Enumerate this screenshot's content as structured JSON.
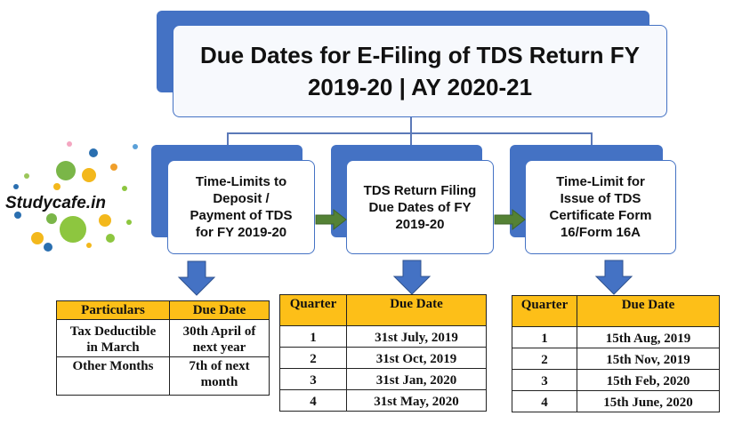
{
  "title": {
    "line1": "Due Dates for E-Filing of TDS Return FY",
    "line2": "2019-20 | AY 2020-21"
  },
  "logo": {
    "text": "Studycafe.in"
  },
  "boxes": [
    {
      "lines": [
        "Time-Limits to",
        "Deposit /",
        "Payment of TDS",
        "for FY 2019-20"
      ]
    },
    {
      "lines": [
        "TDS Return Filing",
        "Due Dates of FY",
        "2019-20"
      ]
    },
    {
      "lines": [
        "Time-Limit for",
        "Issue of TDS",
        "Certificate Form",
        "16/Form 16A"
      ]
    }
  ],
  "table1": {
    "headers": [
      "Particulars",
      "Due Date"
    ],
    "rows": [
      {
        "particulars": [
          "Tax Deductible",
          "in March"
        ],
        "due": [
          "30th April of",
          "next year"
        ]
      },
      {
        "particulars": [
          "Other Months"
        ],
        "due": [
          "7th of next",
          "month"
        ]
      }
    ]
  },
  "table2": {
    "headers": [
      "Quarter",
      "Due Date"
    ],
    "rows": [
      {
        "q": "1",
        "date": "31st July, 2019"
      },
      {
        "q": "2",
        "date": "31st Oct, 2019"
      },
      {
        "q": "3",
        "date": "31st Jan, 2020"
      },
      {
        "q": "4",
        "date": "31st May, 2020"
      }
    ]
  },
  "table3": {
    "headers": [
      "Quarter",
      "Due Date"
    ],
    "rows": [
      {
        "q": "1",
        "date": "15th Aug, 2019"
      },
      {
        "q": "2",
        "date": "15th Nov, 2019"
      },
      {
        "q": "3",
        "date": "15th Feb, 2020"
      },
      {
        "q": "4",
        "date": "15th June, 2020"
      }
    ]
  },
  "colors": {
    "blue": "#4472c4",
    "arrow_blue": "#4472c4",
    "arrow_green": "#548235",
    "table_header": "#fdbf18"
  },
  "icons": {
    "down_arrow": "down-arrow-icon",
    "right_arrow": "right-arrow-icon",
    "logo_dots": "logo-dots-icon"
  }
}
